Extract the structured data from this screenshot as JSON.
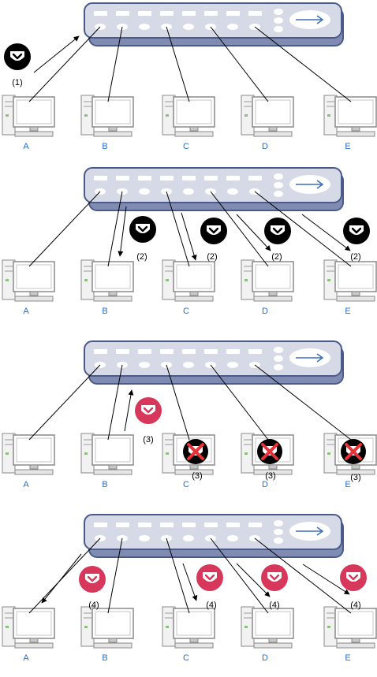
{
  "colors": {
    "switch_body": "#d6d9e6",
    "switch_outline": "#4a5a8a",
    "switch_shadow": "#7f8bb0",
    "port": "#ffffff",
    "arrow_panel": "#ffffff",
    "arrow_stroke": "#3b6fb6",
    "pc_label": "#1f6fd1",
    "packet_dark": "#000000",
    "packet_red": "#d6375a",
    "drop_x": "#e8323a"
  },
  "icons": {
    "packet": "pocket-icon",
    "drop": "drop-x-icon",
    "computer": "desktop-computer-icon",
    "switch": "network-switch-icon"
  },
  "computer_labels": [
    "A",
    "B",
    "C",
    "D",
    "E"
  ],
  "scenes": [
    {
      "name": "step-1-frame-from-A",
      "step_labels": [
        "(1)"
      ]
    },
    {
      "name": "step-2-flood",
      "step_labels": [
        "(2)",
        "(2)",
        "(2)",
        "(2)"
      ]
    },
    {
      "name": "step-3-reply-from-B",
      "step_labels": [
        "(3)",
        "(3)",
        "(3)",
        "(3)"
      ]
    },
    {
      "name": "step-4-broadcast",
      "step_labels": [
        "(4)",
        "(4)",
        "(4)",
        "(4)"
      ]
    }
  ]
}
